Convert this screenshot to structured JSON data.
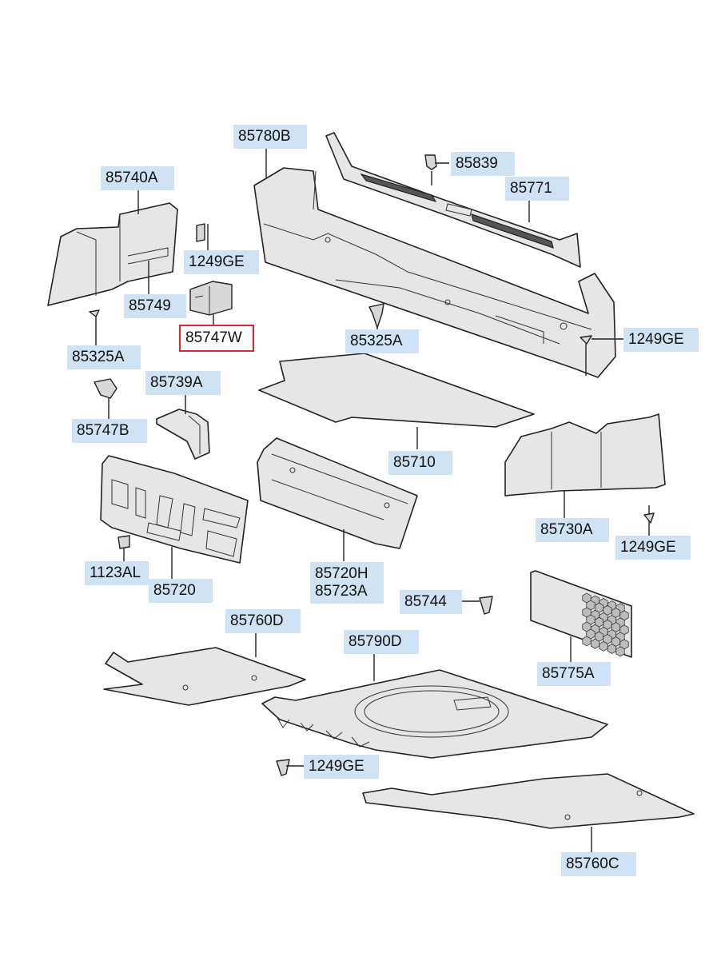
{
  "labels": {
    "p85780B": "85780B",
    "p85839": "85839",
    "p85771": "85771",
    "p85740A": "85740A",
    "p1249GE_top": "1249GE",
    "p85749": "85749",
    "p85747W": "85747W",
    "p85325A_left": "85325A",
    "p85325A_mid": "85325A",
    "p1249GE_right": "1249GE",
    "p85739A": "85739A",
    "p85747B": "85747B",
    "p85710": "85710",
    "p85730A": "85730A",
    "p1249GE_r2": "1249GE",
    "p1123AL": "1123AL",
    "p85720": "85720",
    "p85720H": "85720H",
    "p85723A": "85723A",
    "p85744": "85744",
    "p85775A": "85775A",
    "p85760D": "85760D",
    "p85790D": "85790D",
    "p1249GE_bottom": "1249GE",
    "p85760C": "85760C"
  },
  "selected_part": "85747W",
  "colors": {
    "label_bg": "#cfe3f5",
    "selected_border": "#e0262b"
  }
}
